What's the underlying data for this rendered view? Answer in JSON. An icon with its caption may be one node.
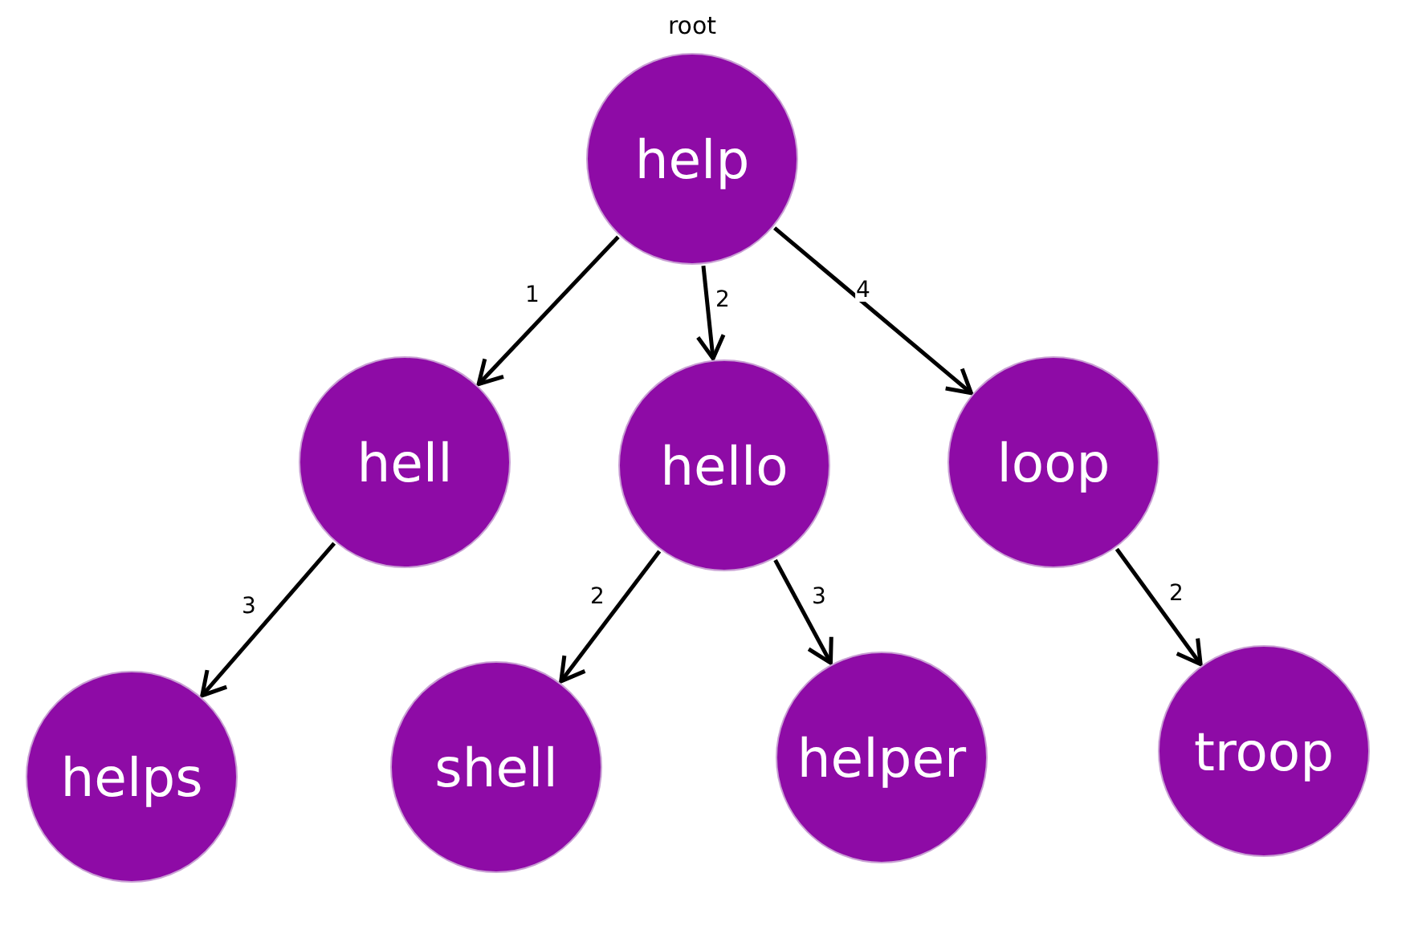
{
  "diagram": {
    "nodes": [
      {
        "text": [
          "help"
        ],
        "beside": [
          "root"
        ]
      },
      {
        "text": [
          "hell"
        ]
      },
      {
        "text": [
          "hello"
        ]
      },
      {
        "text": [
          "loop"
        ]
      },
      {
        "text": [
          "helps"
        ]
      },
      {
        "text": [
          "shell"
        ]
      },
      {
        "text": [
          "helper"
        ]
      },
      {
        "text": [
          "troop"
        ]
      }
    ],
    "edges": [
      {
        "from": 0,
        "to": 1,
        "arrow": "to",
        "label": "1"
      },
      {
        "from": 0,
        "to": 2,
        "arrow": "to",
        "label": "2"
      },
      {
        "from": 0,
        "to": 3,
        "arrow": "to",
        "label": "4"
      },
      {
        "from": 1,
        "to": 4,
        "arrow": "to",
        "label": "3"
      },
      {
        "from": 2,
        "to": 5,
        "arrow": "to",
        "label": "2"
      },
      {
        "from": 2,
        "to": 6,
        "arrow": "to",
        "label": "3"
      },
      {
        "from": 3,
        "to": 7,
        "arrow": "to",
        "label": "2"
      }
    ]
  }
}
